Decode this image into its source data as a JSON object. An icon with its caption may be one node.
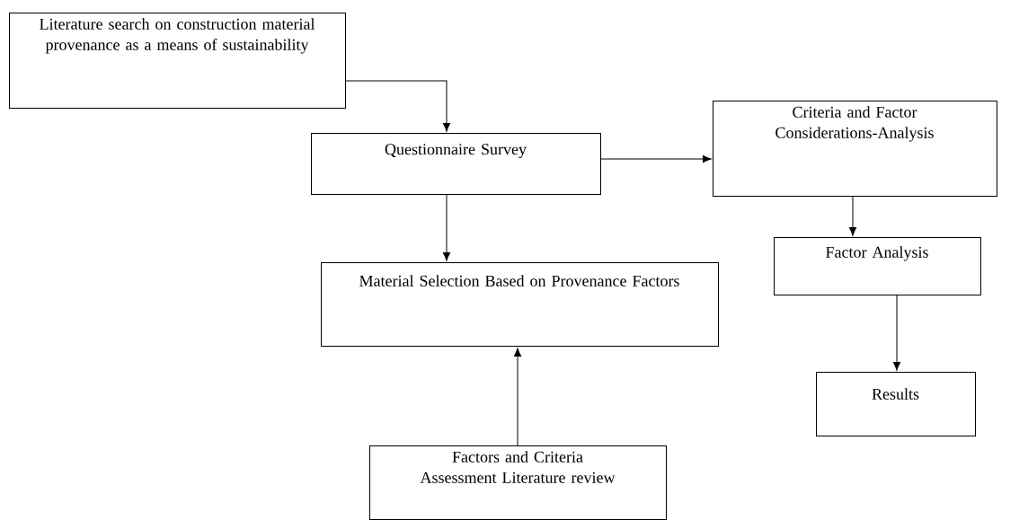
{
  "diagram": {
    "nodes": [
      {
        "text": [
          "Literature search on construction material provenance as a means of sustainability"
        ]
      },
      {
        "text": [
          "Questionnaire Survey"
        ]
      },
      {
        "text": [
          "Criteria and Factor Considerations-Analysis"
        ]
      },
      {
        "text": [
          "Material Selection Based on Provenance Factors"
        ]
      },
      {
        "text": [
          "Factor Analysis"
        ]
      },
      {
        "text": [
          "Results"
        ]
      },
      {
        "text": [
          "Factors and Criteria Assessment Literature review"
        ]
      }
    ],
    "edges": [
      {
        "from": 0,
        "to": 1,
        "arrow": "to"
      },
      {
        "from": 1,
        "to": 2,
        "arrow": "to"
      },
      {
        "from": 1,
        "to": 3,
        "arrow": "to"
      },
      {
        "from": 2,
        "to": 4,
        "arrow": "to"
      },
      {
        "from": 4,
        "to": 5,
        "arrow": "to"
      },
      {
        "from": 6,
        "to": 3,
        "arrow": "to"
      }
    ]
  }
}
